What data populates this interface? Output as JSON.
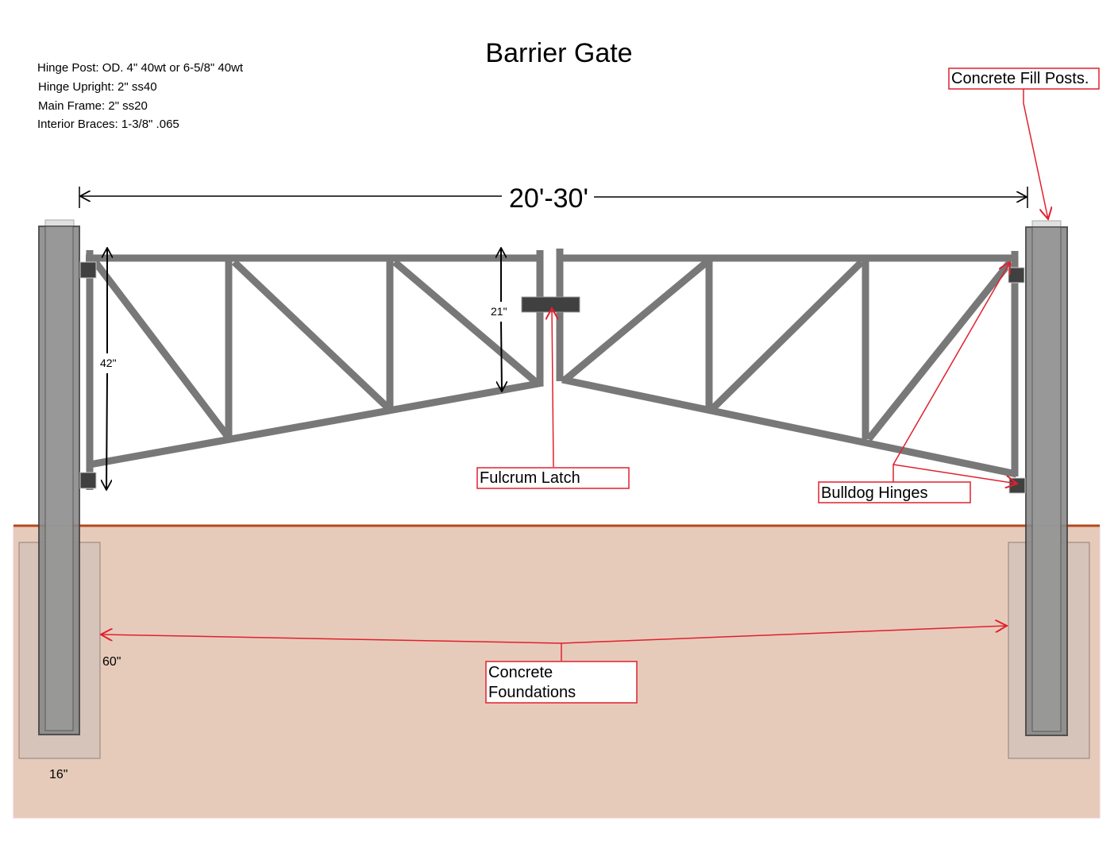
{
  "title": "Barrier Gate",
  "specs": [
    "Hinge Post: OD. 4\" 40wt or 6-5/8\" 40wt",
    "Hinge Upright: 2\" ss40",
    "Main Frame: 2\" ss20",
    "Interior Braces: 1-3/8\" .065"
  ],
  "dimensions": {
    "span": "20'-30'",
    "gate_height": "42\"",
    "center_height": "21\"",
    "foundation_depth": "60\"",
    "foundation_width": "16\""
  },
  "callouts": {
    "concrete_fill_posts": "Concrete Fill Posts.",
    "fulcrum_latch": "Fulcrum Latch",
    "bulldog_hinges": "Bulldog Hinges",
    "concrete_foundations_1": "Concrete",
    "concrete_foundations_2": "Foundations"
  },
  "colors": {
    "frame": "#787878",
    "post": "#949494",
    "ground": "#e6cbbb",
    "ground_line": "#b5481e",
    "callout": "#e0202e"
  }
}
